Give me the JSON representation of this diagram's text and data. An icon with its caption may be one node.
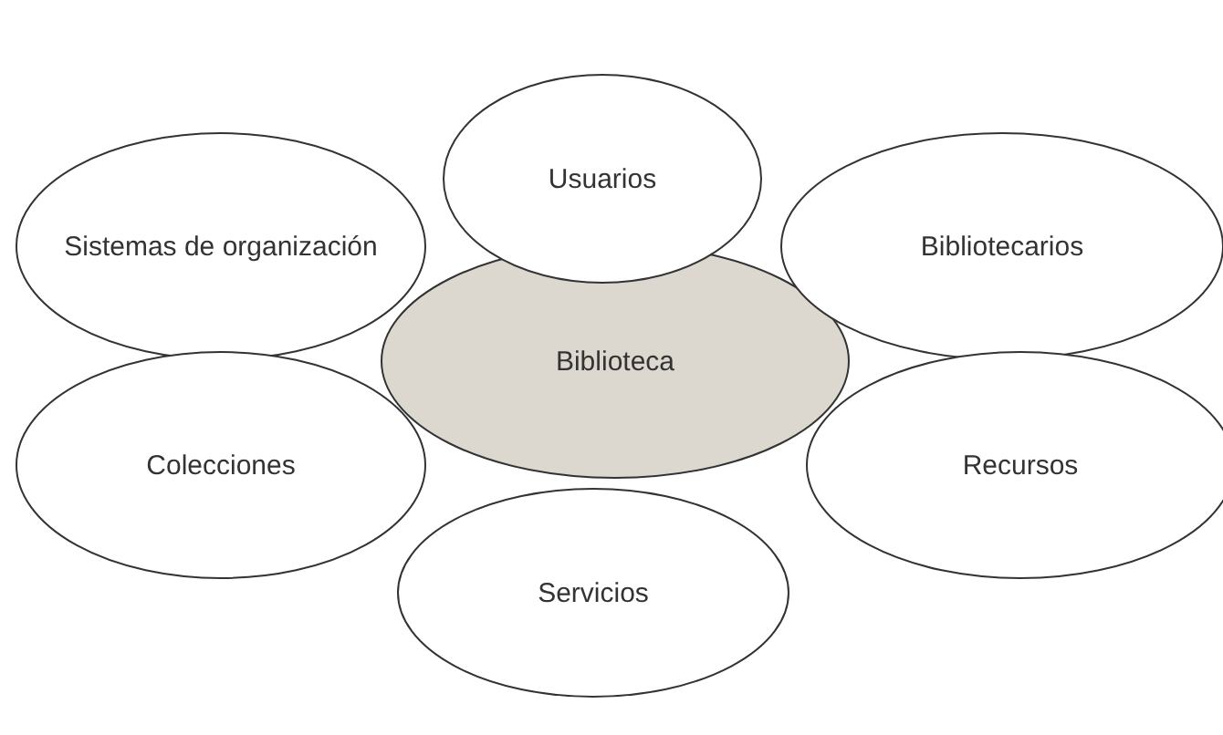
{
  "diagram": {
    "nodes": [
      {
        "text": [
          "Usuarios"
        ]
      },
      {
        "text": [
          "Sistemas de organización"
        ]
      },
      {
        "text": [
          "Bibliotecarios"
        ]
      },
      {
        "text": [
          "Biblioteca"
        ]
      },
      {
        "text": [
          "Colecciones"
        ]
      },
      {
        "text": [
          "Recursos"
        ]
      },
      {
        "text": [
          "Servicios"
        ]
      }
    ]
  }
}
